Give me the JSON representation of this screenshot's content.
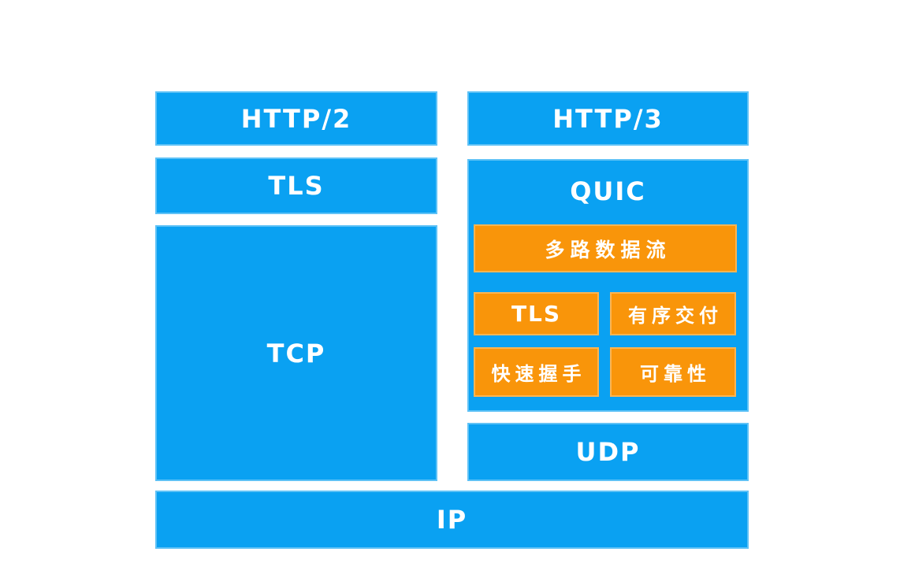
{
  "colors": {
    "blue": "#0aa1f2",
    "orange": "#f9950a",
    "label": "#ffffff",
    "background": "#ffffff"
  },
  "left_stack": {
    "http2": "HTTP/2",
    "tls": "TLS",
    "tcp": "TCP"
  },
  "right_stack": {
    "http3": "HTTP/3",
    "quic": "QUIC",
    "quic_features": {
      "multiplexed_streams": "多路数据流",
      "tls": "TLS",
      "ordered_delivery": "有序交付",
      "fast_handshake": "快速握手",
      "reliability": "可靠性"
    },
    "udp": "UDP"
  },
  "network_layer": {
    "ip": "IP"
  }
}
